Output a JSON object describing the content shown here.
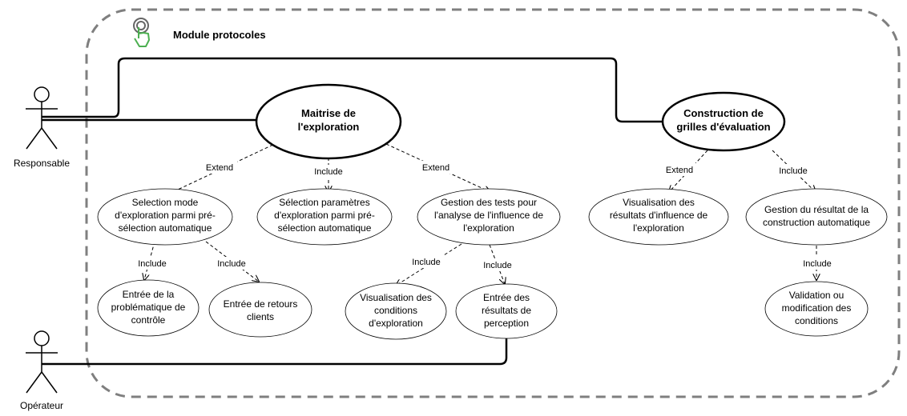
{
  "module": {
    "title": "Module protocoles",
    "icon": "touch-hand-icon"
  },
  "actors": [
    {
      "id": "responsable",
      "label": "Responsable"
    },
    {
      "id": "operateur",
      "label": "Opérateur"
    }
  ],
  "use_cases": [
    {
      "id": "maitrise",
      "lines": [
        "Maitrise de",
        "l'exploration"
      ]
    },
    {
      "id": "construction",
      "lines": [
        "Construction de",
        "grilles d'évaluation"
      ]
    },
    {
      "id": "selection-mode",
      "lines": [
        "Selection mode",
        "d'exploration parmi pré-",
        "sélection automatique"
      ]
    },
    {
      "id": "selection-parametres",
      "lines": [
        "Sélection paramètres",
        "d'exploration parmi pré-",
        "sélection automatique"
      ]
    },
    {
      "id": "gestion-tests",
      "lines": [
        "Gestion des tests pour",
        "l'analyse de l'influence de",
        "l'exploration"
      ]
    },
    {
      "id": "visualisation-resultats",
      "lines": [
        "Visualisation des",
        "résultats d'influence de",
        "l'exploration"
      ]
    },
    {
      "id": "gestion-resultat",
      "lines": [
        "Gestion du résultat de la",
        "construction automatique"
      ]
    },
    {
      "id": "entree-problematique",
      "lines": [
        "Entrée de la",
        "problématique de",
        "contrôle"
      ]
    },
    {
      "id": "entree-retours",
      "lines": [
        "Entrée de retours",
        "clients"
      ]
    },
    {
      "id": "visualisation-conditions",
      "lines": [
        "Visualisation des",
        "conditions",
        "d'exploration"
      ]
    },
    {
      "id": "entree-resultats",
      "lines": [
        "Entrée des",
        "résultats de",
        "perception"
      ]
    },
    {
      "id": "validation",
      "lines": [
        "Validation ou",
        "modification des",
        "conditions"
      ]
    }
  ],
  "relations": [
    {
      "id": "r1",
      "label": "Extend"
    },
    {
      "id": "r2",
      "label": "Include"
    },
    {
      "id": "r3",
      "label": "Extend"
    },
    {
      "id": "r4",
      "label": "Extend"
    },
    {
      "id": "r5",
      "label": "Include"
    },
    {
      "id": "r6",
      "label": "Include"
    },
    {
      "id": "r7",
      "label": "Include"
    },
    {
      "id": "r8",
      "label": "Include"
    },
    {
      "id": "r9",
      "label": "Include"
    },
    {
      "id": "r10",
      "label": "Include"
    }
  ]
}
